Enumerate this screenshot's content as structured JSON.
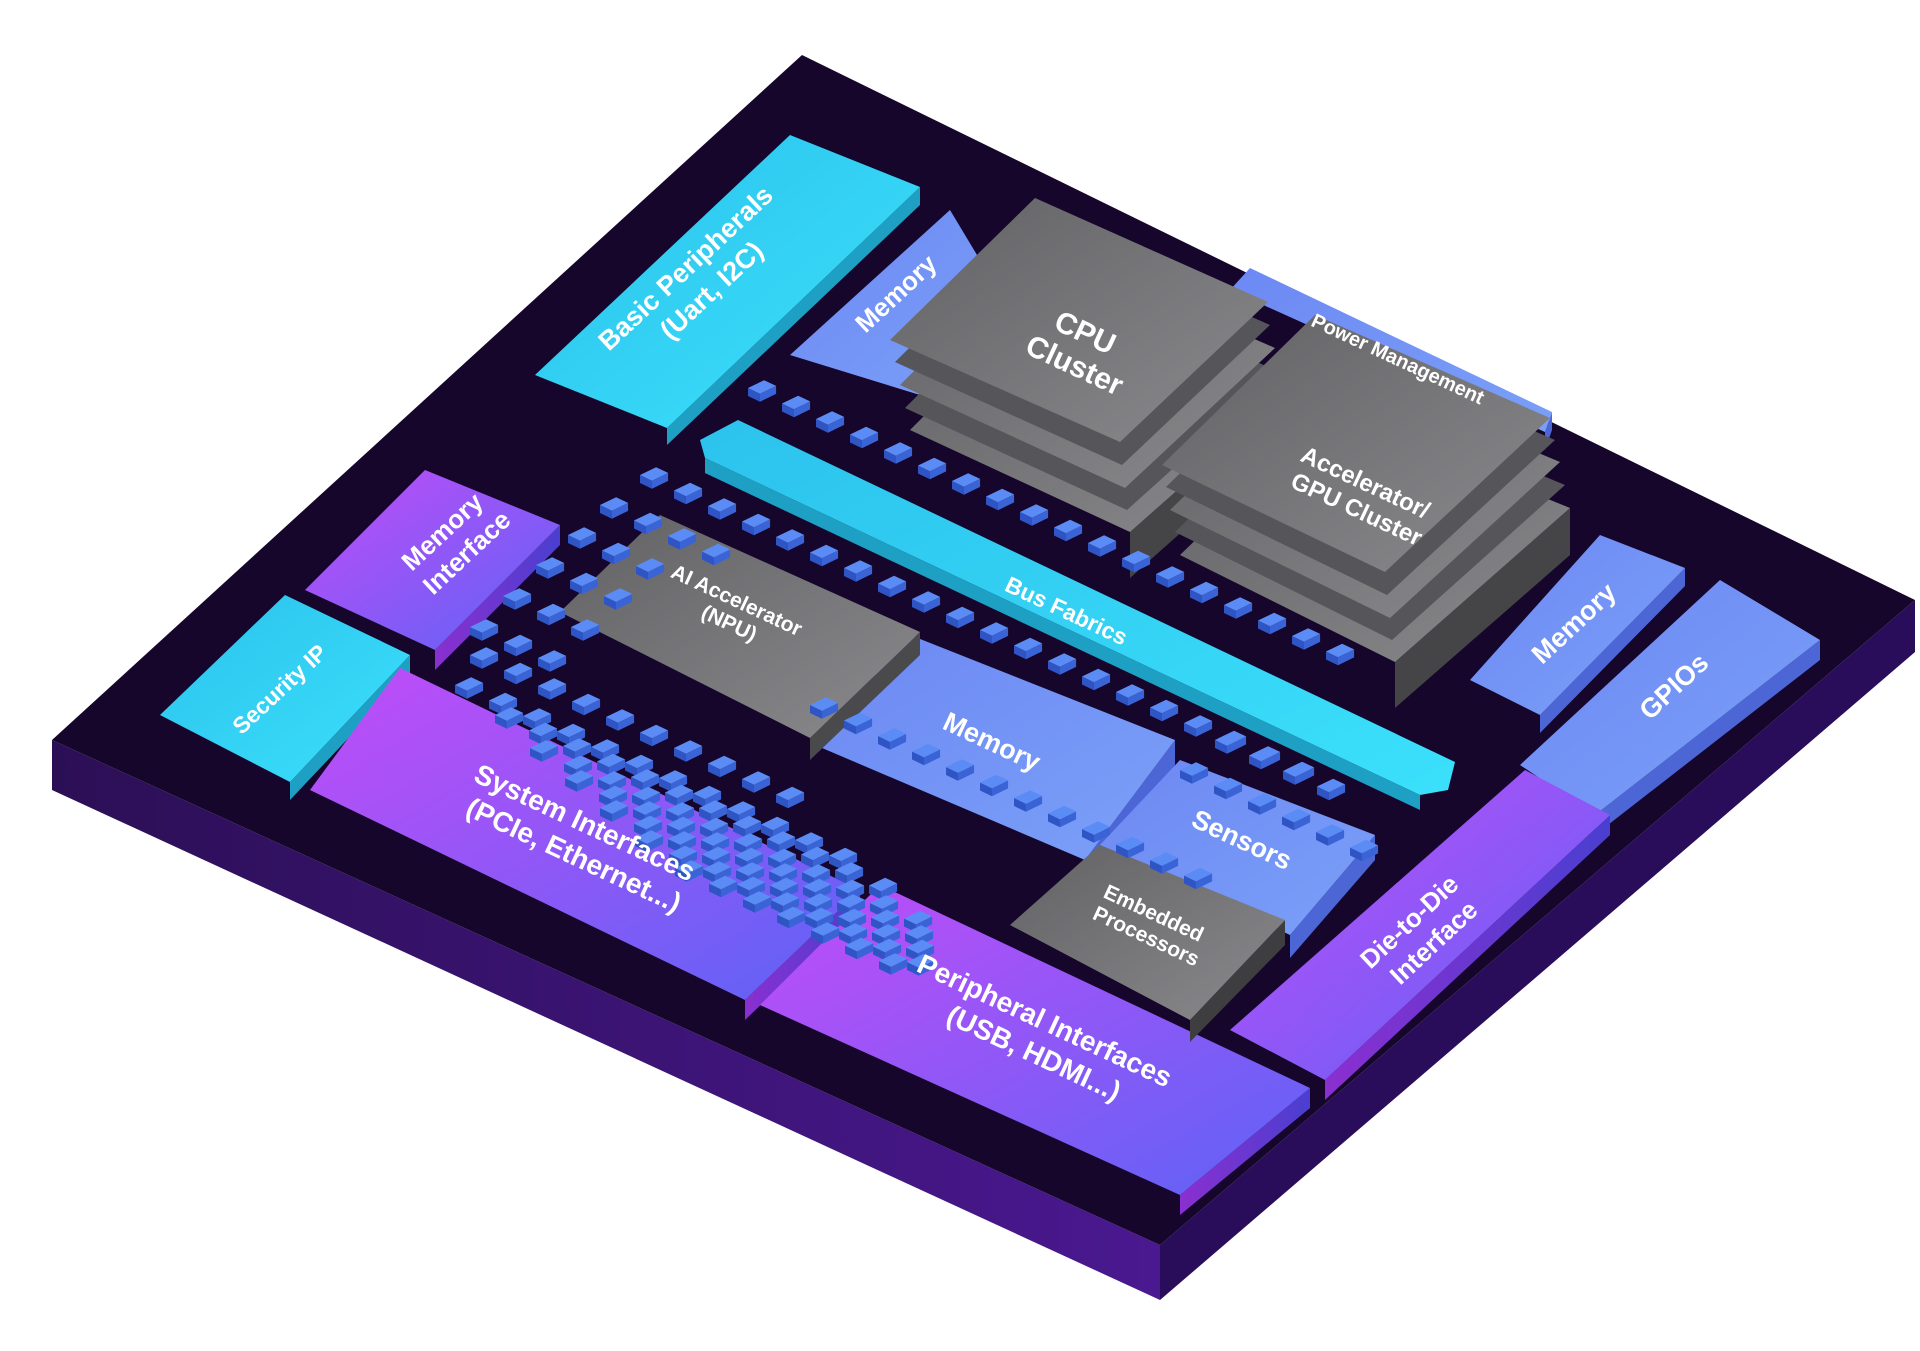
{
  "blocks": {
    "basic_peripherals": {
      "line1": "Basic Peripherals",
      "line2": "(Uart, I2C)"
    },
    "memory_top": {
      "label": "Memory"
    },
    "cpu_cluster": {
      "line1": "CPU",
      "line2": "Cluster"
    },
    "power_management": {
      "label": "Power Management"
    },
    "accelerator_gpu": {
      "line1": "Accelerator/",
      "line2": "GPU Cluster"
    },
    "memory_interface": {
      "line1": "Memory",
      "line2": "Interface"
    },
    "bus_fabrics": {
      "label": "Bus Fabrics"
    },
    "ai_accelerator": {
      "line1": "AI Accelerator",
      "line2": "(NPU)"
    },
    "memory_center": {
      "label": "Memory"
    },
    "security_ip": {
      "label": "Security IP"
    },
    "memory_right": {
      "label": "Memory"
    },
    "gpios": {
      "label": "GPIOs"
    },
    "sensors": {
      "label": "Sensors"
    },
    "system_interfaces": {
      "line1": "System Interfaces",
      "line2": "(PCIe, Ethernet...)"
    },
    "embedded_processors": {
      "line1": "Embedded",
      "line2": "Processors"
    },
    "die_to_die": {
      "line1": "Die-to-Die",
      "line2": "Interface"
    },
    "peripheral_interfaces": {
      "line1": "Peripheral Interfaces",
      "line2": "(USB, HDMI...)"
    }
  },
  "colors": {
    "board": "#16062b",
    "board_edge": "#3a1475",
    "cyan": "#35d4f2",
    "blue": "#6e8ff5",
    "purple_start": "#b847f7",
    "purple_end": "#6a5cf3",
    "gray": "#6f6f72",
    "bump": "#4d7ff0"
  }
}
